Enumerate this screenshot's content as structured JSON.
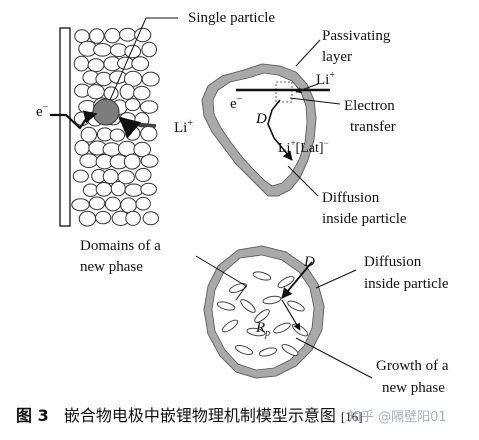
{
  "labels": {
    "single_particle": "Single particle",
    "passivating_1": "Passivating",
    "passivating_2": "layer",
    "electron_left": "e",
    "electron_left_sup": "−",
    "li_left": "Li",
    "li_left_sup": "+",
    "li_top": "Li",
    "li_top_sup": "+",
    "electron_mid": "e",
    "electron_mid_sup": "−",
    "diffusion_coef": "D",
    "electron_transfer_1": "Electron",
    "electron_transfer_2": "transfer",
    "li_lat_a": "Li",
    "li_lat_sup1": "+",
    "li_lat_b": "[Lat]",
    "li_lat_sup2": "−",
    "diffusion_inside_1": "Diffusion",
    "diffusion_inside_2": "inside particle",
    "domains_1": "Domains of a",
    "domains_2": "new phase",
    "diffusion_coef_2": "D",
    "diffusion_inside2_1": "Diffusion",
    "diffusion_inside2_2": "inside particle",
    "radius": "R",
    "radius_sub": "p",
    "growth_1": "Growth of a",
    "growth_2": "new phase"
  },
  "caption": {
    "fig": "图 3",
    "text": "嵌合物电极中嵌锂物理机制模型示意图",
    "ref": "[16]"
  },
  "watermark": "知乎 @隔壁阳01"
}
